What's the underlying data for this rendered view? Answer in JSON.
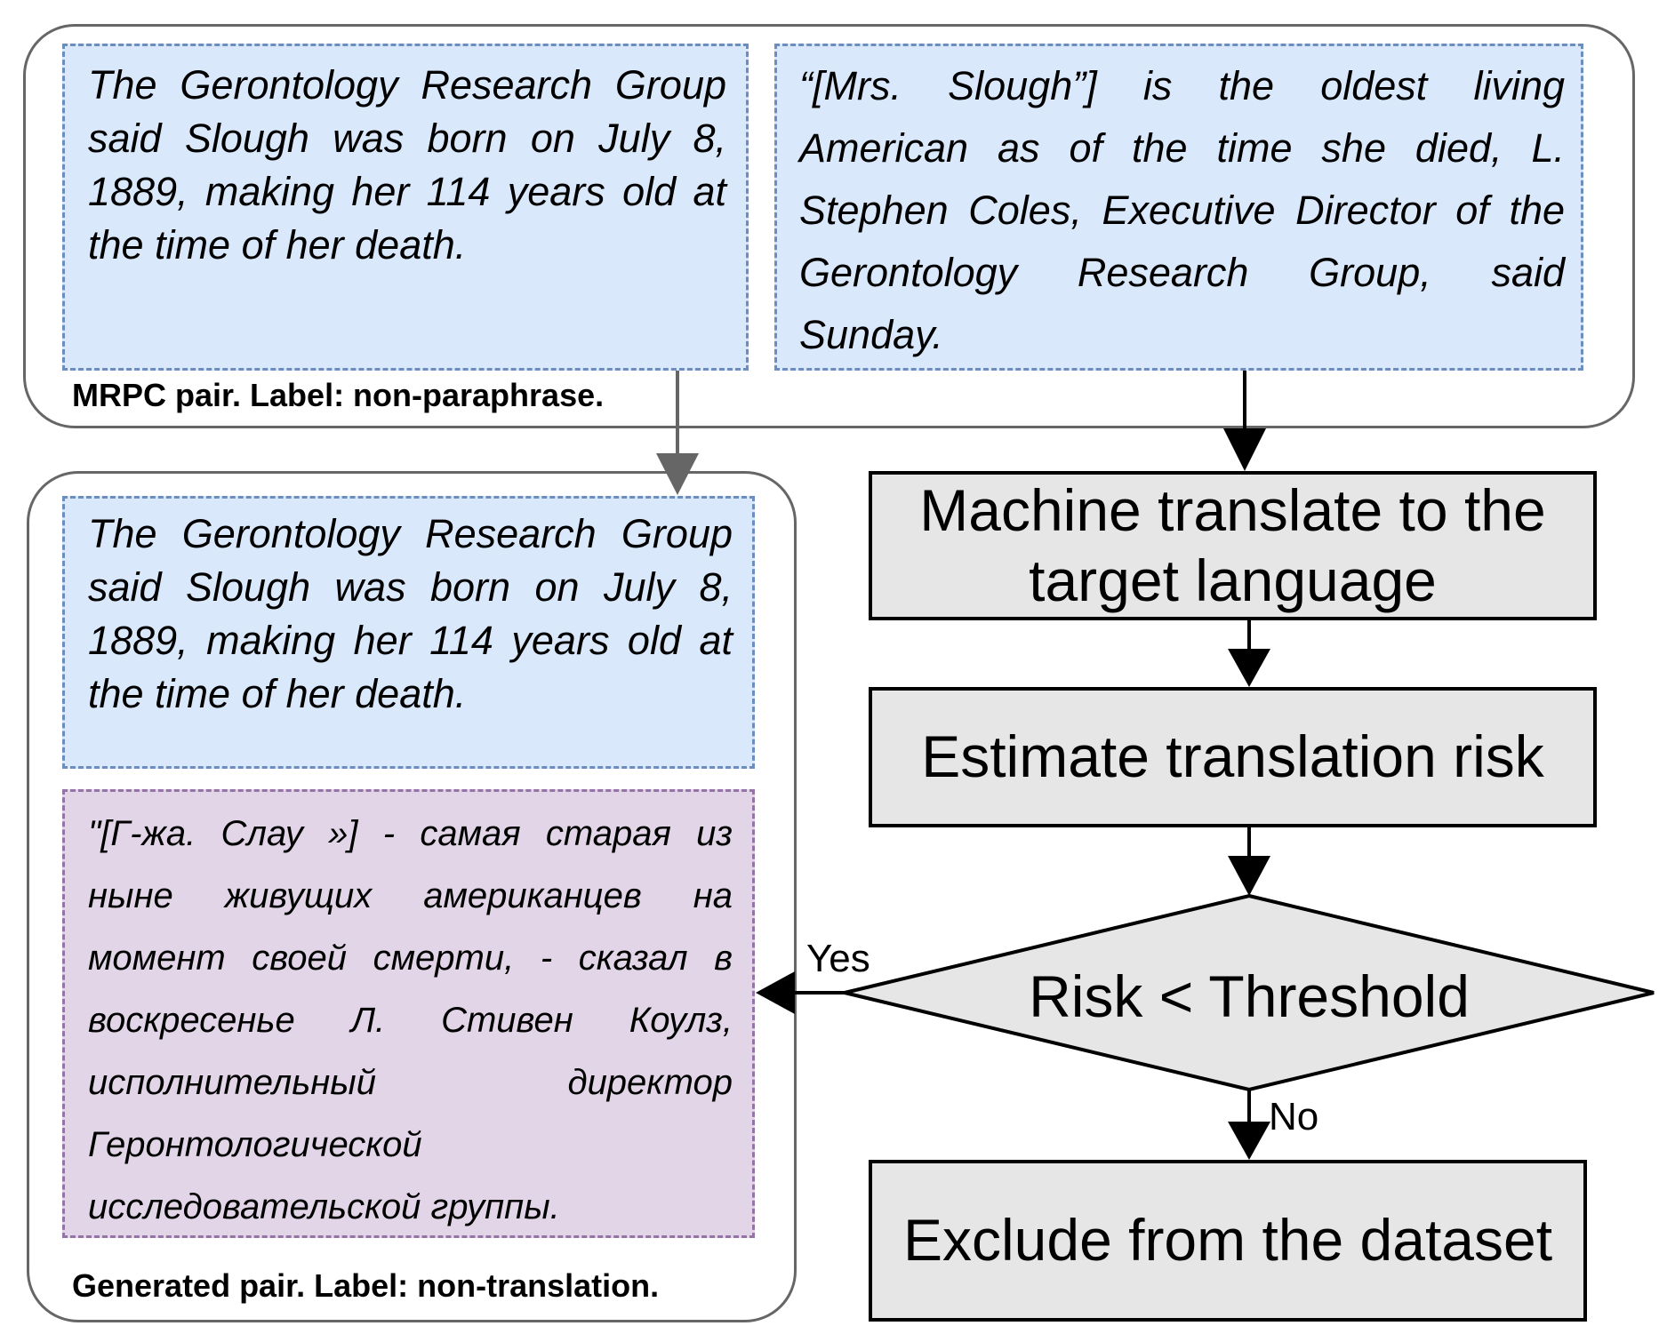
{
  "mrpc_pair": {
    "sentence_1": "The Gerontology Research Group said Slough was born on July 8, 1889, making her 114 years old at the time of her death.",
    "sentence_2": "“[Mrs. Slough”] is the oldest living American as of the time she died, L. Stephen Coles, Executive Director of the Gerontology Research Group, said Sunday.",
    "caption": "MRPC pair. Label: non-paraphrase."
  },
  "generated_pair": {
    "sentence_1": "The Gerontology Research Group said Slough was born on July 8, 1889, making her 114 years old at the time of her death.",
    "sentence_2": "\"[Г-жа. Слау »] - самая старая из ныне живущих американцев на момент своей смерти, - сказал в воскресенье Л. Стивен Коулз, исполнительный директор Геронтологической исследовательской группы.",
    "caption": "Generated pair. Label: non-translation."
  },
  "flow": {
    "step_translate": "Machine translate to the target language",
    "step_estimate": "Estimate translation risk",
    "decision": "Risk < Threshold",
    "yes_label": "Yes",
    "no_label": "No",
    "step_exclude": "Exclude from the dataset"
  },
  "colors": {
    "text_box_blue_fill": "#dae8fc",
    "text_box_blue_border": "#6c8ebf",
    "text_box_purple_fill": "#e1d5e7",
    "text_box_purple_border": "#9673a6",
    "step_fill": "#e6e6e6",
    "group_border": "#666666"
  }
}
